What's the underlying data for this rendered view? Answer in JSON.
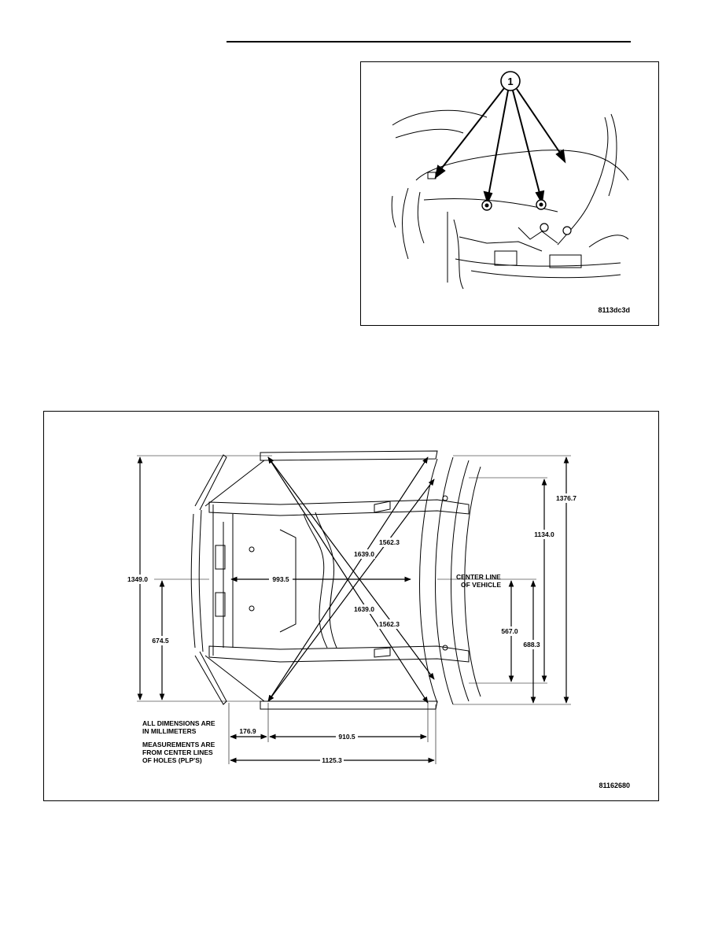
{
  "figure1": {
    "callout": "1",
    "code": "8113dc3d"
  },
  "figure2": {
    "code": "81162680",
    "dimensions": {
      "d1": "1376.7",
      "d2": "1134.0",
      "d3": "1349.0",
      "d4": "674.5",
      "d5": "993.5",
      "d6": "1639.0",
      "d7": "1562.3",
      "d8": "1639.0",
      "d9": "1562.3",
      "d10": "567.0",
      "d11": "688.3",
      "d12": "176.9",
      "d13": "910.5",
      "d14": "1125.3"
    },
    "center_line_1": "CENTER LINE",
    "center_line_2": "OF VEHICLE",
    "note1_line1": "ALL DIMENSIONS ARE",
    "note1_line2": "IN MILLIMETERS",
    "note2_line1": "MEASUREMENTS ARE",
    "note2_line2": "FROM CENTER LINES",
    "note2_line3": "OF HOLES (PLP'S)"
  }
}
